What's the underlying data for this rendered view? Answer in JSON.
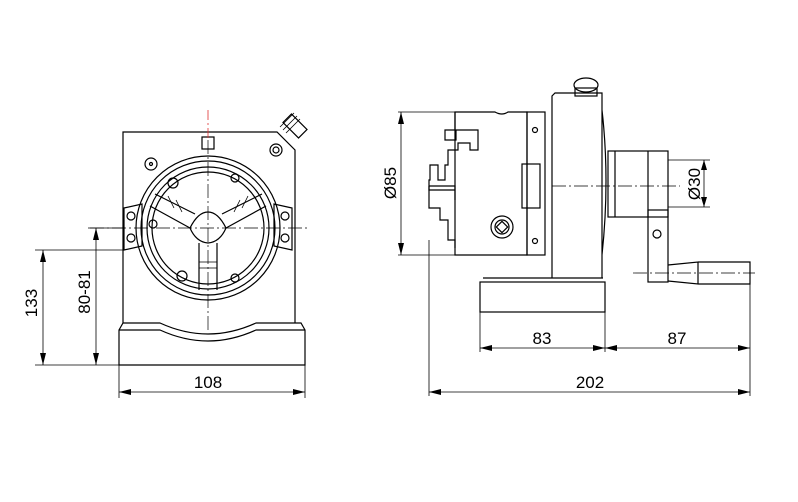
{
  "drawing": {
    "front_view": {
      "dimensions": {
        "height_total": "133",
        "center_height": "80-81",
        "width": "108"
      }
    },
    "side_view": {
      "dimensions": {
        "chuck_diameter": "Ø85",
        "spindle_diameter": "Ø30",
        "base_length": "83",
        "crank_length": "87",
        "total_length": "202"
      }
    }
  }
}
